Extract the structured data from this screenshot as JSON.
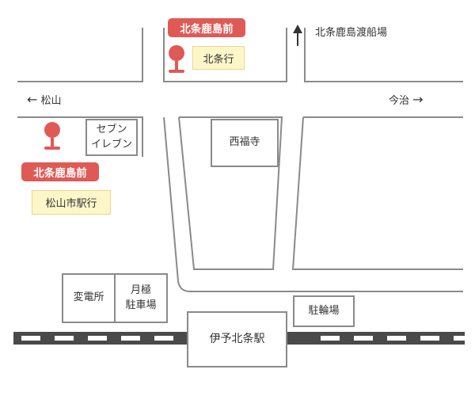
{
  "roads": {
    "west_label": "松山",
    "east_label": "今治",
    "north_label": "北条鹿島渡船場"
  },
  "bus_stops": {
    "north": {
      "name": "北条鹿島前",
      "route": "北条行"
    },
    "south": {
      "name": "北条鹿島前",
      "route": "松山市駅行"
    }
  },
  "landmarks": {
    "seven_eleven_line1": "セブン",
    "seven_eleven_line2": "イレブン",
    "temple": "西福寺",
    "substation": "変電所",
    "parking_line1": "月極",
    "parking_line2": "駐車場",
    "bicycle_parking": "駐輪場",
    "station": "伊予北条駅"
  },
  "colors": {
    "stop_red": "#e05a55",
    "route_yellow": "#fdf6c9",
    "road_line": "#8a8a8a",
    "rail_dark": "#4a4a4a"
  }
}
